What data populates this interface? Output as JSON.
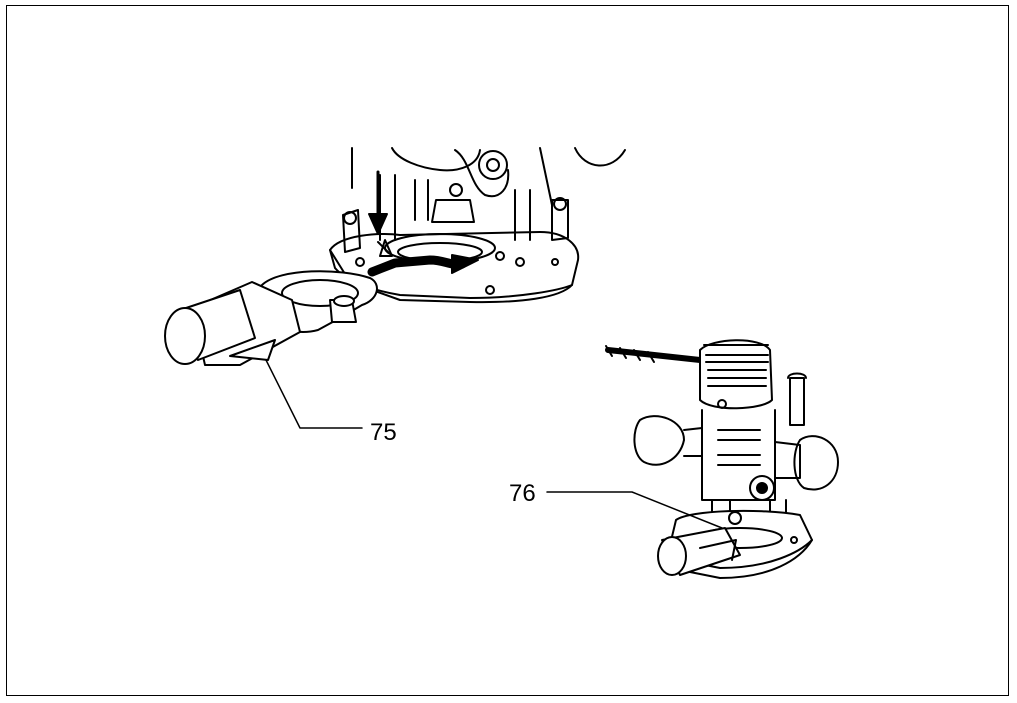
{
  "callouts": {
    "c75": "75",
    "c76": "76"
  },
  "colors": {
    "ink": "#000000",
    "fill_light": "#ffffff",
    "fill_dark": "#2a2a2a"
  },
  "illustrations": {
    "top": "dust-nozzle-attachment-closeup",
    "bottom": "router-with-dust-nozzle"
  }
}
